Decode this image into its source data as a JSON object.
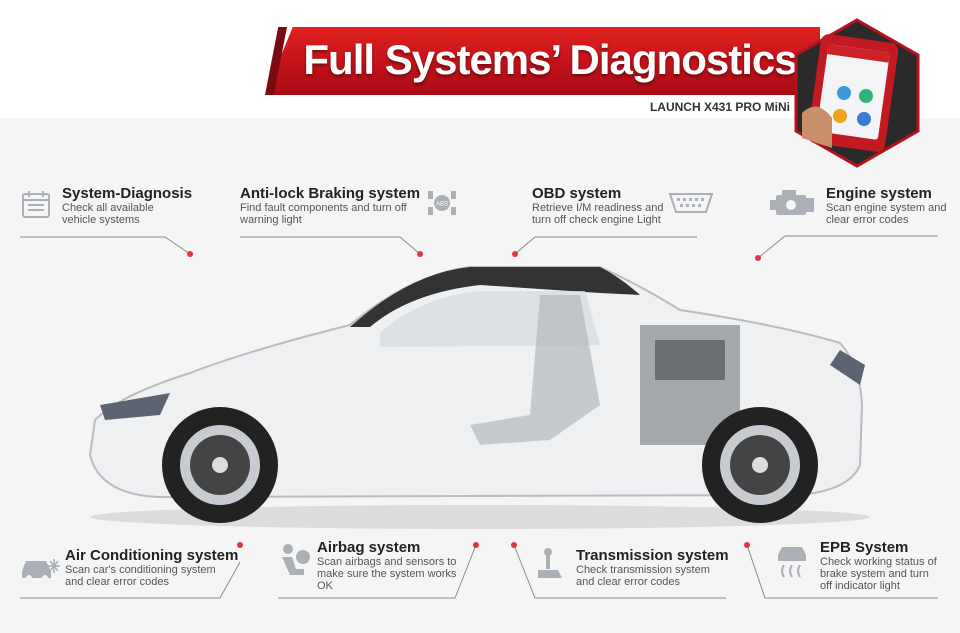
{
  "header": {
    "title": "Full Systems’ Diagnostics",
    "subtitle": "LAUNCH X431 PRO MiNi"
  },
  "colors": {
    "accent": "#d01a20",
    "dot": "#e0363c",
    "text": "#222222",
    "muted": "#555555"
  },
  "features": {
    "system_diagnosis": {
      "title": "System-Diagnosis",
      "desc1": "Check all available",
      "desc2": "vehicle systems",
      "icon": "calendar-icon"
    },
    "abs": {
      "title": "Anti-lock Braking system",
      "desc1": "Find fault components and turn off",
      "desc2": "warning light",
      "icon": "abs-icon"
    },
    "obd": {
      "title": "OBD system",
      "desc1": "Retrieve I/M readiness and",
      "desc2": "turn off check engine Light",
      "icon": "obd-connector-icon"
    },
    "engine": {
      "title": "Engine system",
      "desc1": "Scan engine system and",
      "desc2": "clear error codes",
      "icon": "engine-icon"
    },
    "air_conditioning": {
      "title": "Air Conditioning system",
      "desc1": "Scan car's conditioning system",
      "desc2": "and clear error codes",
      "icon": "snowflake-car-icon"
    },
    "airbag": {
      "title": "Airbag system",
      "desc1": "Scan airbags and sensors to",
      "desc2": "make sure the system works",
      "desc3": "OK",
      "icon": "airbag-icon"
    },
    "transmission": {
      "title": "Transmission system",
      "desc1": "Check transmission system",
      "desc2": "and clear error codes",
      "icon": "gear-shift-icon"
    },
    "epb": {
      "title": "EPB System",
      "desc1": "Check working status of",
      "desc2": "brake system and turn",
      "desc3": "off indicator light",
      "icon": "epb-icon"
    }
  }
}
